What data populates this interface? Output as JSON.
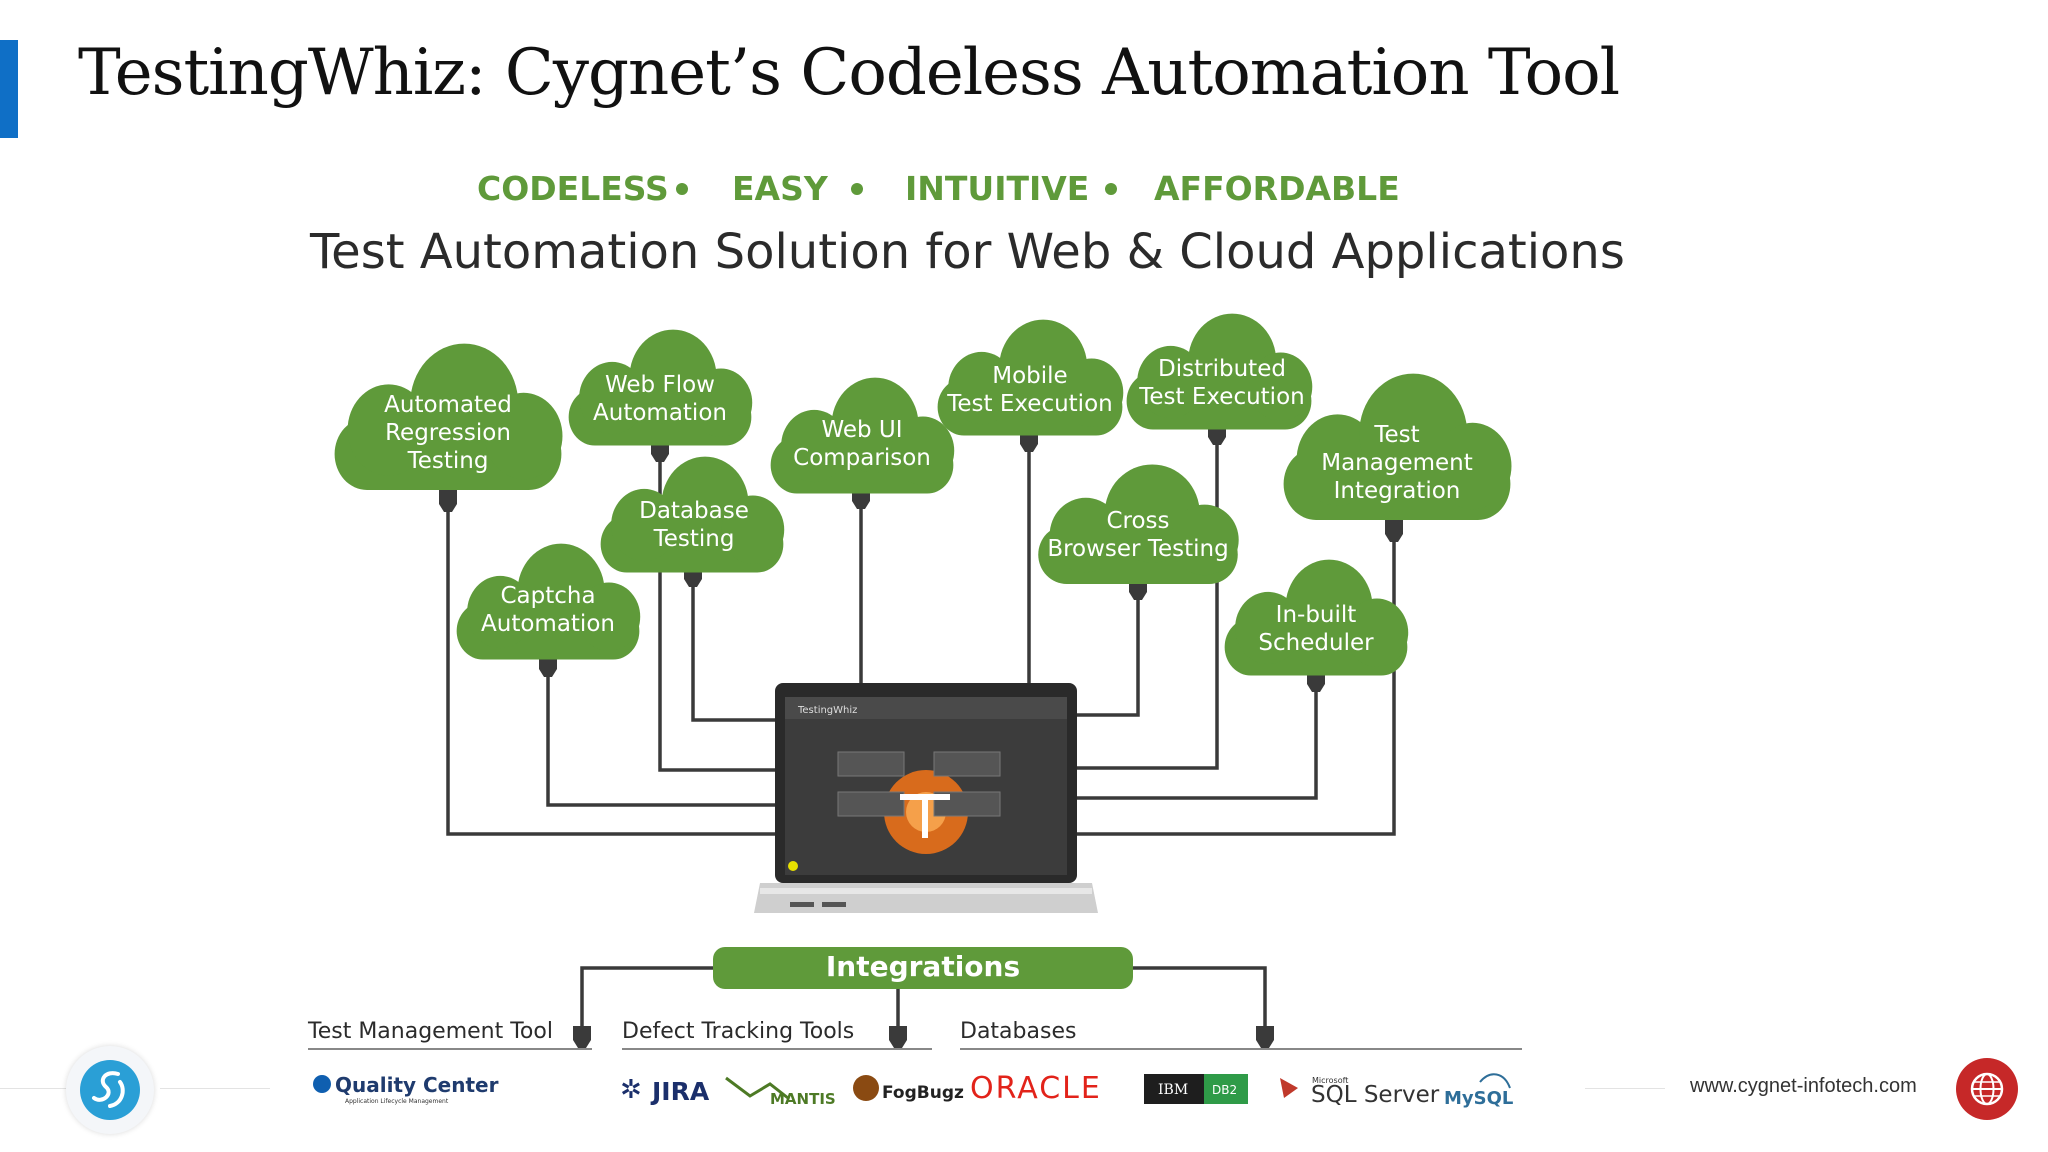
{
  "page": {
    "title": "TestingWhiz: Cygnet’s Codeless Automation Tool",
    "accent_color": "#0f6fc6"
  },
  "diagram": {
    "taglines": [
      "CODELESS",
      "EASY",
      "INTUITIVE",
      "AFFORDABLE"
    ],
    "subtitle": "Test Automation Solution for Web & Cloud Applications",
    "cloud_color": "#5f9a3a",
    "features": [
      {
        "lines": [
          "Automated",
          "Regression",
          "Testing"
        ]
      },
      {
        "lines": [
          "Web Flow",
          "Automation"
        ]
      },
      {
        "lines": [
          "Web UI",
          "Comparison"
        ]
      },
      {
        "lines": [
          "Mobile",
          "Test Execution"
        ]
      },
      {
        "lines": [
          "Distributed",
          "Test Execution"
        ]
      },
      {
        "lines": [
          "Test",
          "Management",
          "Integration"
        ]
      },
      {
        "lines": [
          "Database",
          "Testing"
        ]
      },
      {
        "lines": [
          "Cross",
          "Browser Testing"
        ]
      },
      {
        "lines": [
          "Captcha",
          "Automation"
        ]
      },
      {
        "lines": [
          "In-built",
          "Scheduler"
        ]
      }
    ],
    "laptop_screen_label": "TestingWhiz",
    "integrations_label": "Integrations",
    "categories": [
      "Test Management Tool",
      "Defect Tracking Tools",
      "Databases"
    ],
    "logos": {
      "quality_center": {
        "name": "Quality Center",
        "caption": "Application Lifecycle Management"
      },
      "jira": "JIRA",
      "mantis": "MANTIS",
      "fogbugz": "FogBugz",
      "oracle": "ORACLE",
      "ibm_db2": {
        "left": "IBM",
        "right": "DB2"
      },
      "sql_server": {
        "small": "Microsoft",
        "name": "SQL Server"
      },
      "mysql": "MySQL"
    }
  },
  "footer": {
    "url": "www.cygnet-infotech.com",
    "globe_icon": "globe-icon",
    "brand_icon": "swan-logo-icon"
  }
}
